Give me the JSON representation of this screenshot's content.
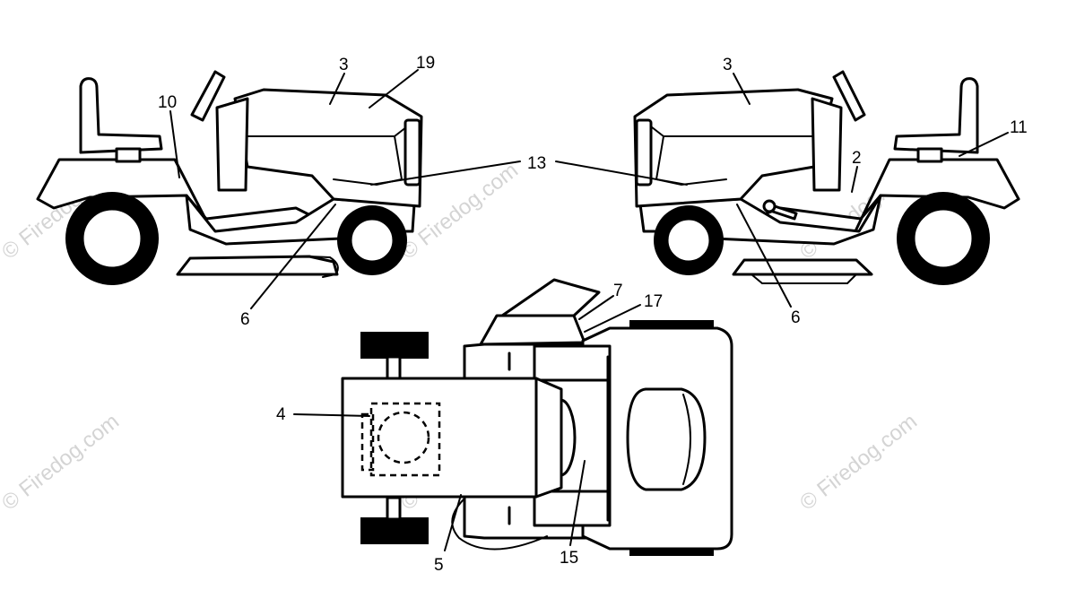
{
  "callouts": {
    "left_view": {
      "seat_fender": "10",
      "hood_top": "3",
      "hood_front": "19",
      "chassis_side": "6"
    },
    "center": {
      "hood_side": "13"
    },
    "right_view": {
      "hood_top": "3",
      "seat_fender": "11",
      "footrest": "2",
      "chassis_side": "6"
    },
    "top_view": {
      "grille": "7",
      "grille_top": "17",
      "rear_frame": "4",
      "front_axle": "5",
      "seat_deck": "15"
    }
  },
  "watermark": {
    "text": "© Firedog.com"
  }
}
